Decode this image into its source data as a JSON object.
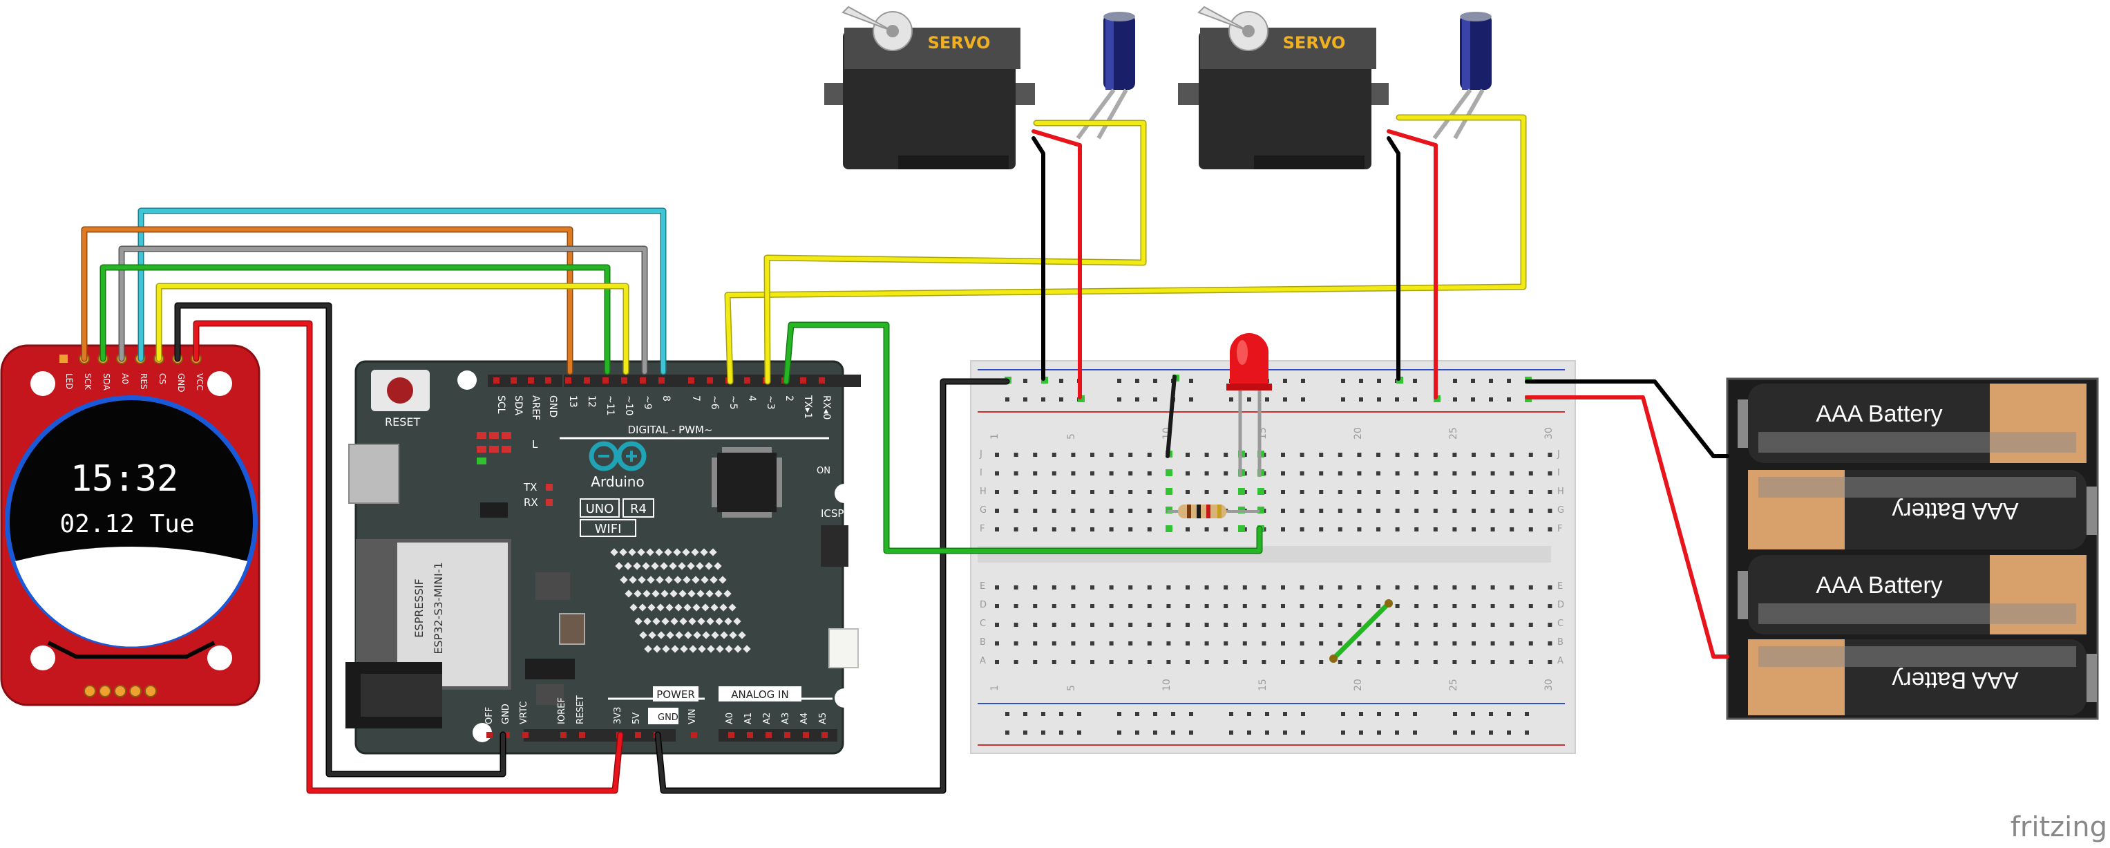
{
  "display": {
    "time": "15:32",
    "date": "02.12 Tue",
    "pins": [
      "LED",
      "SCK",
      "SDA",
      "A0",
      "RES",
      "CS",
      "GND",
      "VCC"
    ]
  },
  "arduino": {
    "brand": "Arduino",
    "model": "UNO",
    "revision": "R4",
    "variant": "WIFI",
    "reset_label": "RESET",
    "digital_label": "DIGITAL - PWM~",
    "power_label": "POWER",
    "analog_label": "ANALOG IN",
    "icsp_label": "ICSP",
    "on_label": "ON",
    "l_label": "L",
    "tx_label": "TX",
    "rx_label": "RX",
    "module_brand": "ESPRESSIF",
    "module_name": "ESP32-S3-MINI-1",
    "top_pins": [
      "SCL",
      "SDA",
      "AREF",
      "GND",
      "13",
      "12",
      "~11",
      "~10",
      "~9",
      "8",
      "7",
      "~6",
      "~5",
      "4",
      "~3",
      "2",
      "TX▸1",
      "RX◂0"
    ],
    "bottom_pins": [
      "OFF",
      "GND",
      "VRTC",
      "IOREF",
      "RESET",
      "3V3",
      "5V",
      "GND",
      "VIN",
      "A0",
      "A1",
      "A2",
      "A3",
      "A4",
      "A5"
    ]
  },
  "servos": [
    {
      "label": "SERVO"
    },
    {
      "label": "SERVO"
    }
  ],
  "breadboard": {
    "column_numbers": [
      "1",
      "5",
      "10",
      "15",
      "20",
      "25",
      "30"
    ],
    "row_letters_top": [
      "J",
      "I",
      "H",
      "G",
      "F"
    ],
    "row_letters_bottom": [
      "E",
      "D",
      "C",
      "B",
      "A"
    ]
  },
  "battery_pack": {
    "cells": [
      "AAA Battery",
      "AAA Battery",
      "AAA Battery",
      "AAA Battery"
    ]
  },
  "watermark": "fritzing",
  "colors": {
    "wire_red": "#e8141b",
    "wire_black": "#1a1a1a",
    "wire_yellow": "#f2ea14",
    "wire_green": "#25b525",
    "wire_cyan": "#3ec6d6",
    "wire_orange": "#e07a22",
    "wire_gray": "#8c8c8c",
    "pcb_display": "#c4161c",
    "pcb_arduino": "#3a4442",
    "servo_body": "#2a2a2a",
    "breadboard": "#e6e6e6",
    "battery_case": "#1c1c1c",
    "battery_cap": "#d8a06a"
  }
}
